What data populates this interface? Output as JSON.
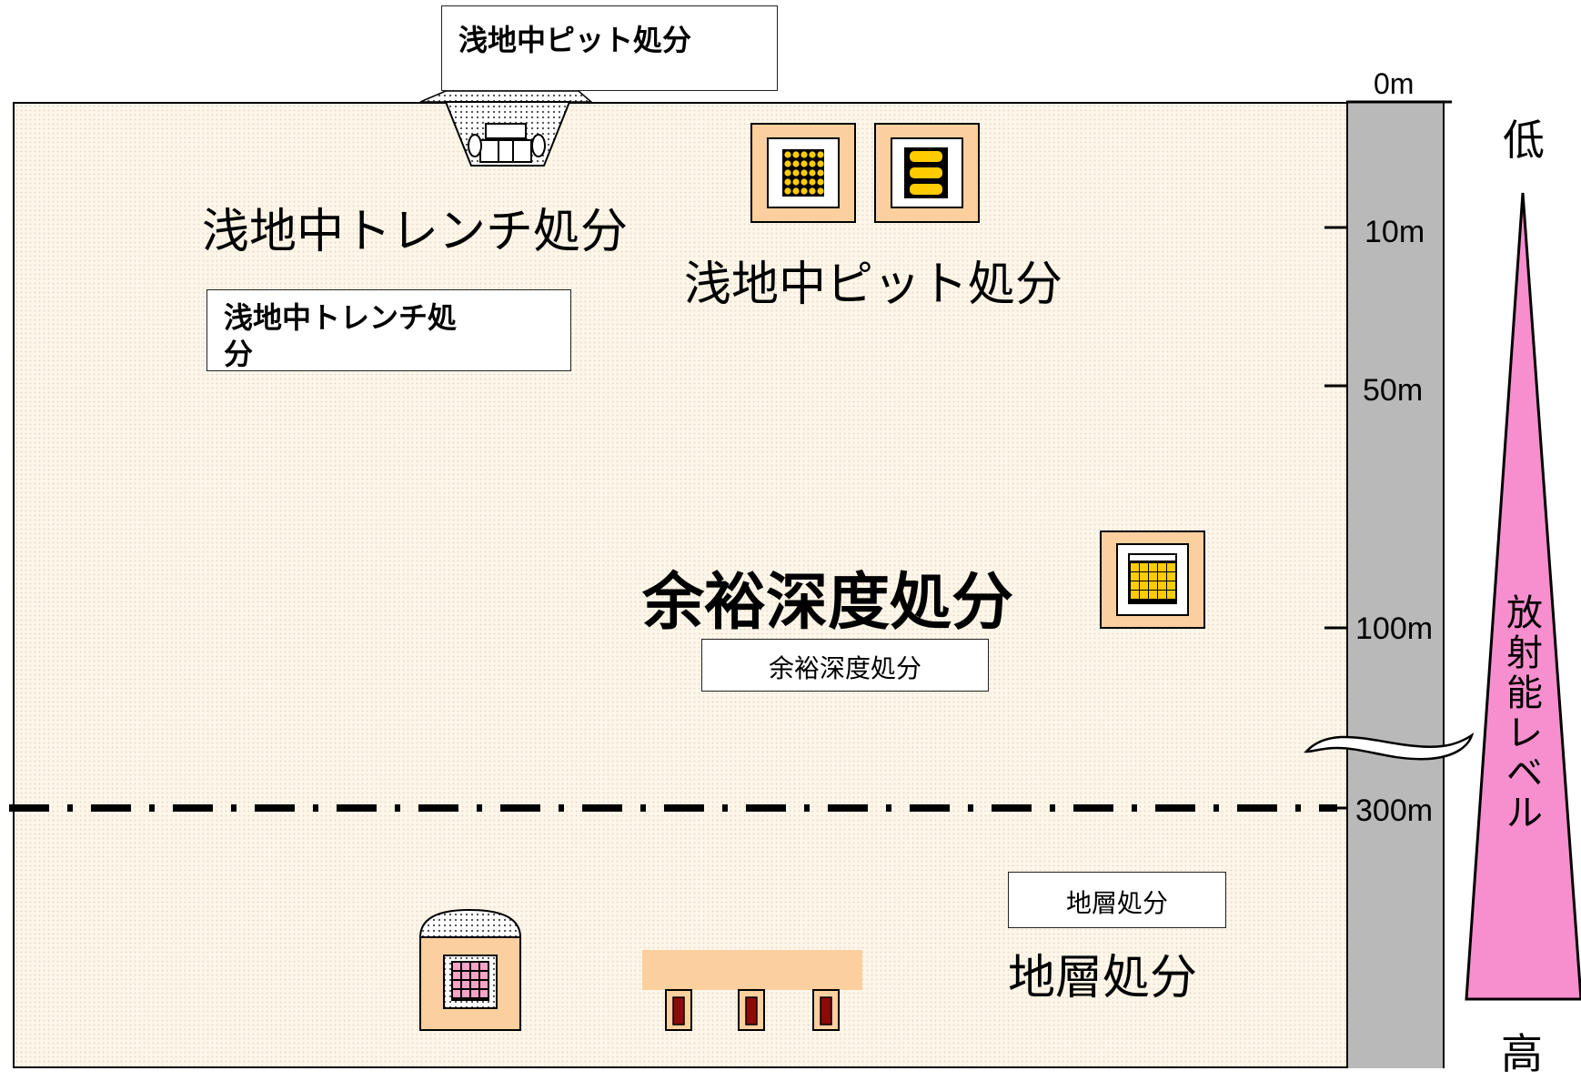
{
  "labels": {
    "pit_box": "浅地中ピット処分",
    "trench_big": "浅地中トレンチ処分",
    "pit_big": "浅地中ピット処分",
    "trench_box": "浅地中トレンチ処分",
    "intermediate_big": "余裕深度処分",
    "intermediate_box": "余裕深度処分",
    "geological_box": "地層処分",
    "geological_big": "地層処分"
  },
  "depth_scale": {
    "marks": [
      "0m",
      "10m",
      "50m",
      "100m",
      "300m"
    ]
  },
  "radioactivity": {
    "low": "低",
    "high": "高",
    "title": "放射能レベル"
  },
  "colors": {
    "ground": "#fdf6ea",
    "depth_bar": "#b9b9b9",
    "facility_fill": "#fccf9e",
    "waste_yellow": "#ffcc00",
    "triangle_pink": "#f78fce"
  }
}
